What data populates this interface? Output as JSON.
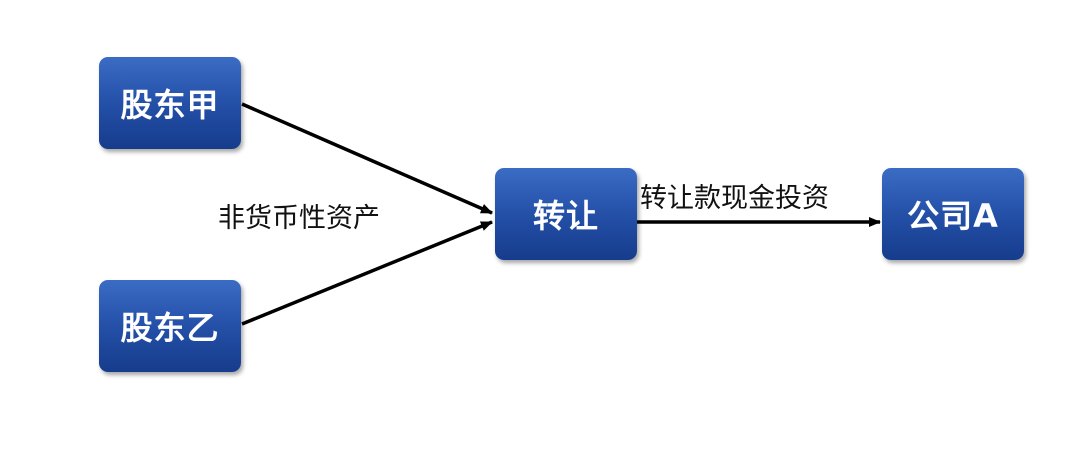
{
  "nodes": {
    "shareholder_a": "股东甲",
    "shareholder_b": "股东乙",
    "transfer": "转让",
    "company_a": "公司A"
  },
  "edge_labels": {
    "non_monetary_assets": "非货币性资产",
    "transfer_cash_investment": "转让款现金投资"
  },
  "colors": {
    "node_fill": "#2450a8",
    "node_text": "#ffffff",
    "arrow": "#000000"
  }
}
